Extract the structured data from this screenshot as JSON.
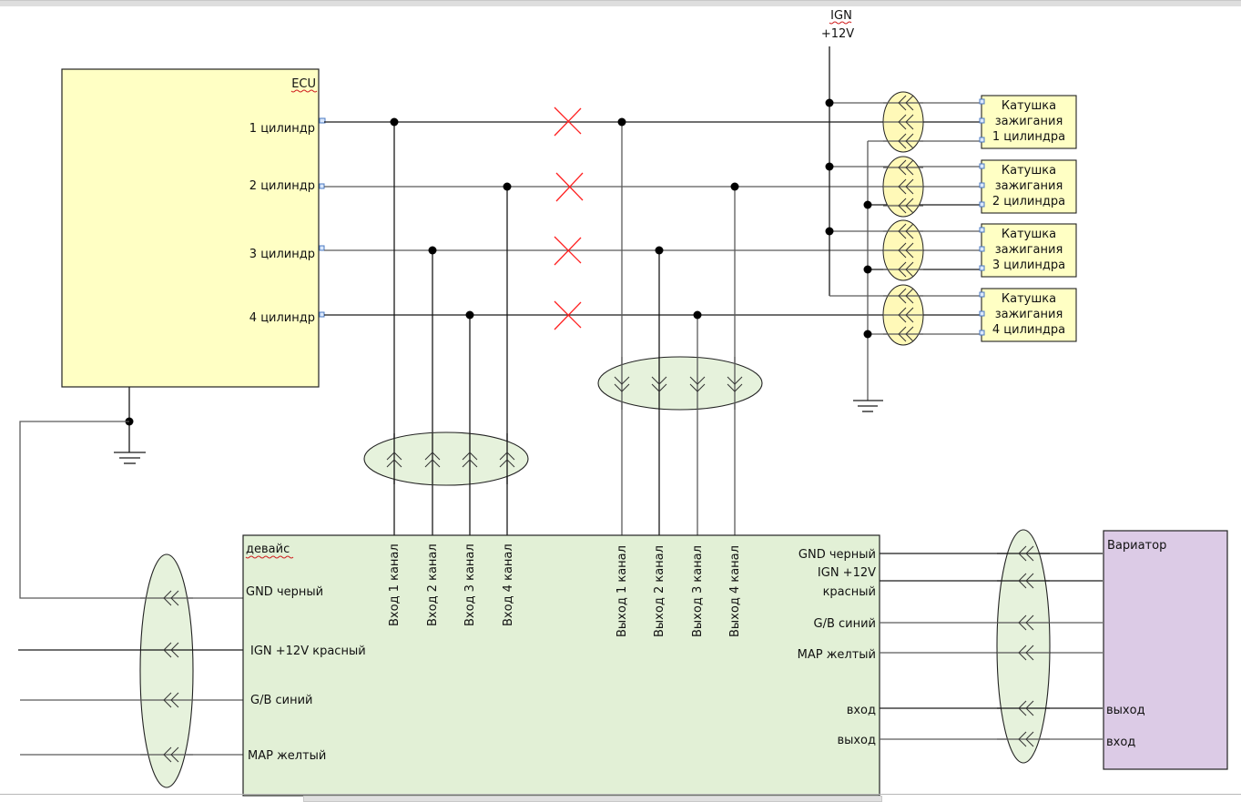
{
  "ecu": {
    "title": "ECU",
    "outputs": [
      "1 цилиндр",
      "2 цилиндр",
      "3 цилиндр",
      "4 цилиндр"
    ],
    "fill": "#ffffc4"
  },
  "ign_source": {
    "line1": "IGN",
    "line2": "+12V"
  },
  "coils": [
    {
      "l1": "Катушка",
      "l2": "зажигания",
      "l3": "1 цилиндра"
    },
    {
      "l1": "Катушка",
      "l2": "зажигания",
      "l3": "2 цилиндра"
    },
    {
      "l1": "Катушка",
      "l2": "зажигания",
      "l3": "3 цилиндра"
    },
    {
      "l1": "Катушка",
      "l2": "зажигания",
      "l3": "4 цилиндра"
    }
  ],
  "coil_fill": "#ffffc4",
  "device": {
    "title": "девайс",
    "fill": "#e2f0d6",
    "inputs": [
      "Вход 1 канал",
      "Вход 2 канал",
      "Вход 3 канал",
      "Вход 4 канал"
    ],
    "outputs": [
      "Выход 1 канал",
      "Выход 2 канал",
      "Выход 3 канал",
      "Выход 4 канал"
    ],
    "left_pins": [
      "GND черный",
      "IGN +12V красный",
      "G/B синий",
      "MAP желтый"
    ],
    "right_pins": {
      "gnd": "GND черный",
      "ign_l1": "IGN +12V",
      "ign_l2": "красный",
      "gb": "G/B синий",
      "map": "MAP желтый",
      "in": "вход",
      "out": "выход"
    }
  },
  "variator": {
    "title": "Вариатор",
    "fill": "#dccbe6",
    "pin_out": "выход",
    "pin_in": "вход"
  },
  "cut_marks": 4,
  "colors": {
    "cut_mark": "#ff2020",
    "connector_fill": "#e2f0d6",
    "coil_connector_fill": "#fff8b0"
  }
}
